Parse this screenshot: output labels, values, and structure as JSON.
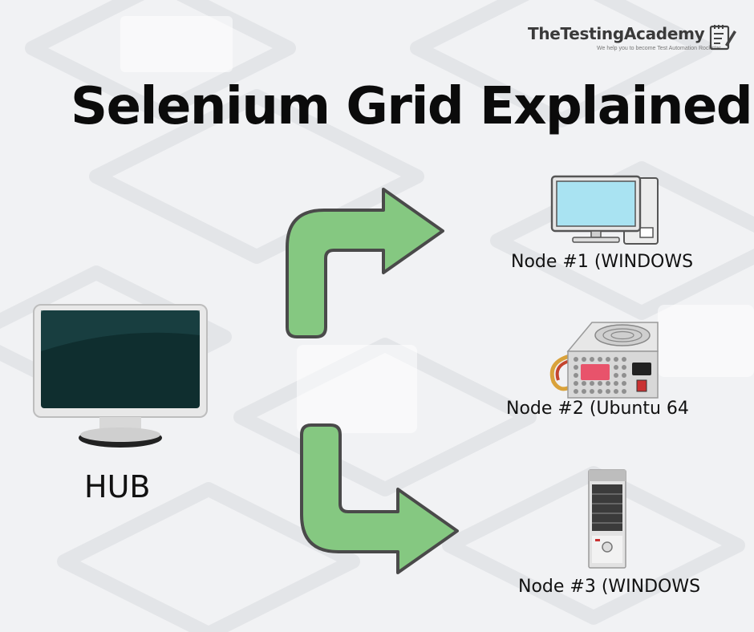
{
  "brand": {
    "name": "TheTestingAcademy",
    "tagline": "We help you to become Test Automation Rockstar"
  },
  "title": "Selenium Grid Explained",
  "hub": {
    "label": "HUB"
  },
  "nodes": [
    {
      "label": "Node #1 (WINDOWS",
      "icon": "desktop-monitor-icon"
    },
    {
      "label": "Node #2 (Ubuntu 64",
      "icon": "power-supply-icon"
    },
    {
      "label": "Node #3 (WINDOWS",
      "icon": "tower-pc-icon"
    }
  ],
  "colors": {
    "arrow_fill": "#85c881",
    "arrow_stroke": "#4a4a4a",
    "title": "#0b0b0b",
    "background": "#f1f2f4"
  }
}
